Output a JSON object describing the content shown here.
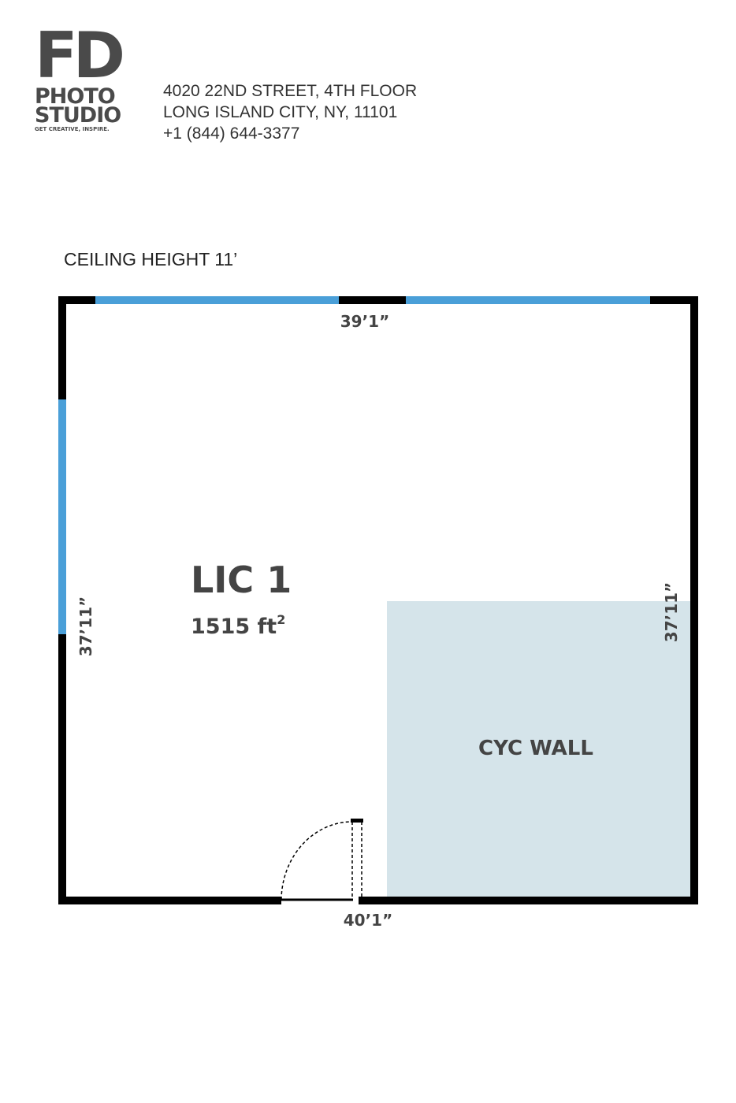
{
  "logo": {
    "line1": "FD",
    "line2": "PHOTO",
    "line3": "STUDIO",
    "tagline": "GET CREATIVE, INSPIRE."
  },
  "address": {
    "line1": "4020 22ND STREET, 4TH FLOOR",
    "line2": "LONG ISLAND CITY, NY, 11101",
    "phone": "+1 (844) 644-3377"
  },
  "ceiling_height": "CEILING HEIGHT 11’",
  "floorplan": {
    "room_name": "LIC 1",
    "area_value": "1515 ft",
    "area_unit_sup": "2",
    "dim_top": "39’1”",
    "dim_bottom": "40’1”",
    "dim_left": "37’11”",
    "dim_right": "37’11”",
    "cyc_wall_label": "CYC WALL",
    "colors": {
      "wall": "#000000",
      "window": "#4a9fd8",
      "cyc_wall": "#d5e4ea",
      "text": "#444444"
    }
  }
}
